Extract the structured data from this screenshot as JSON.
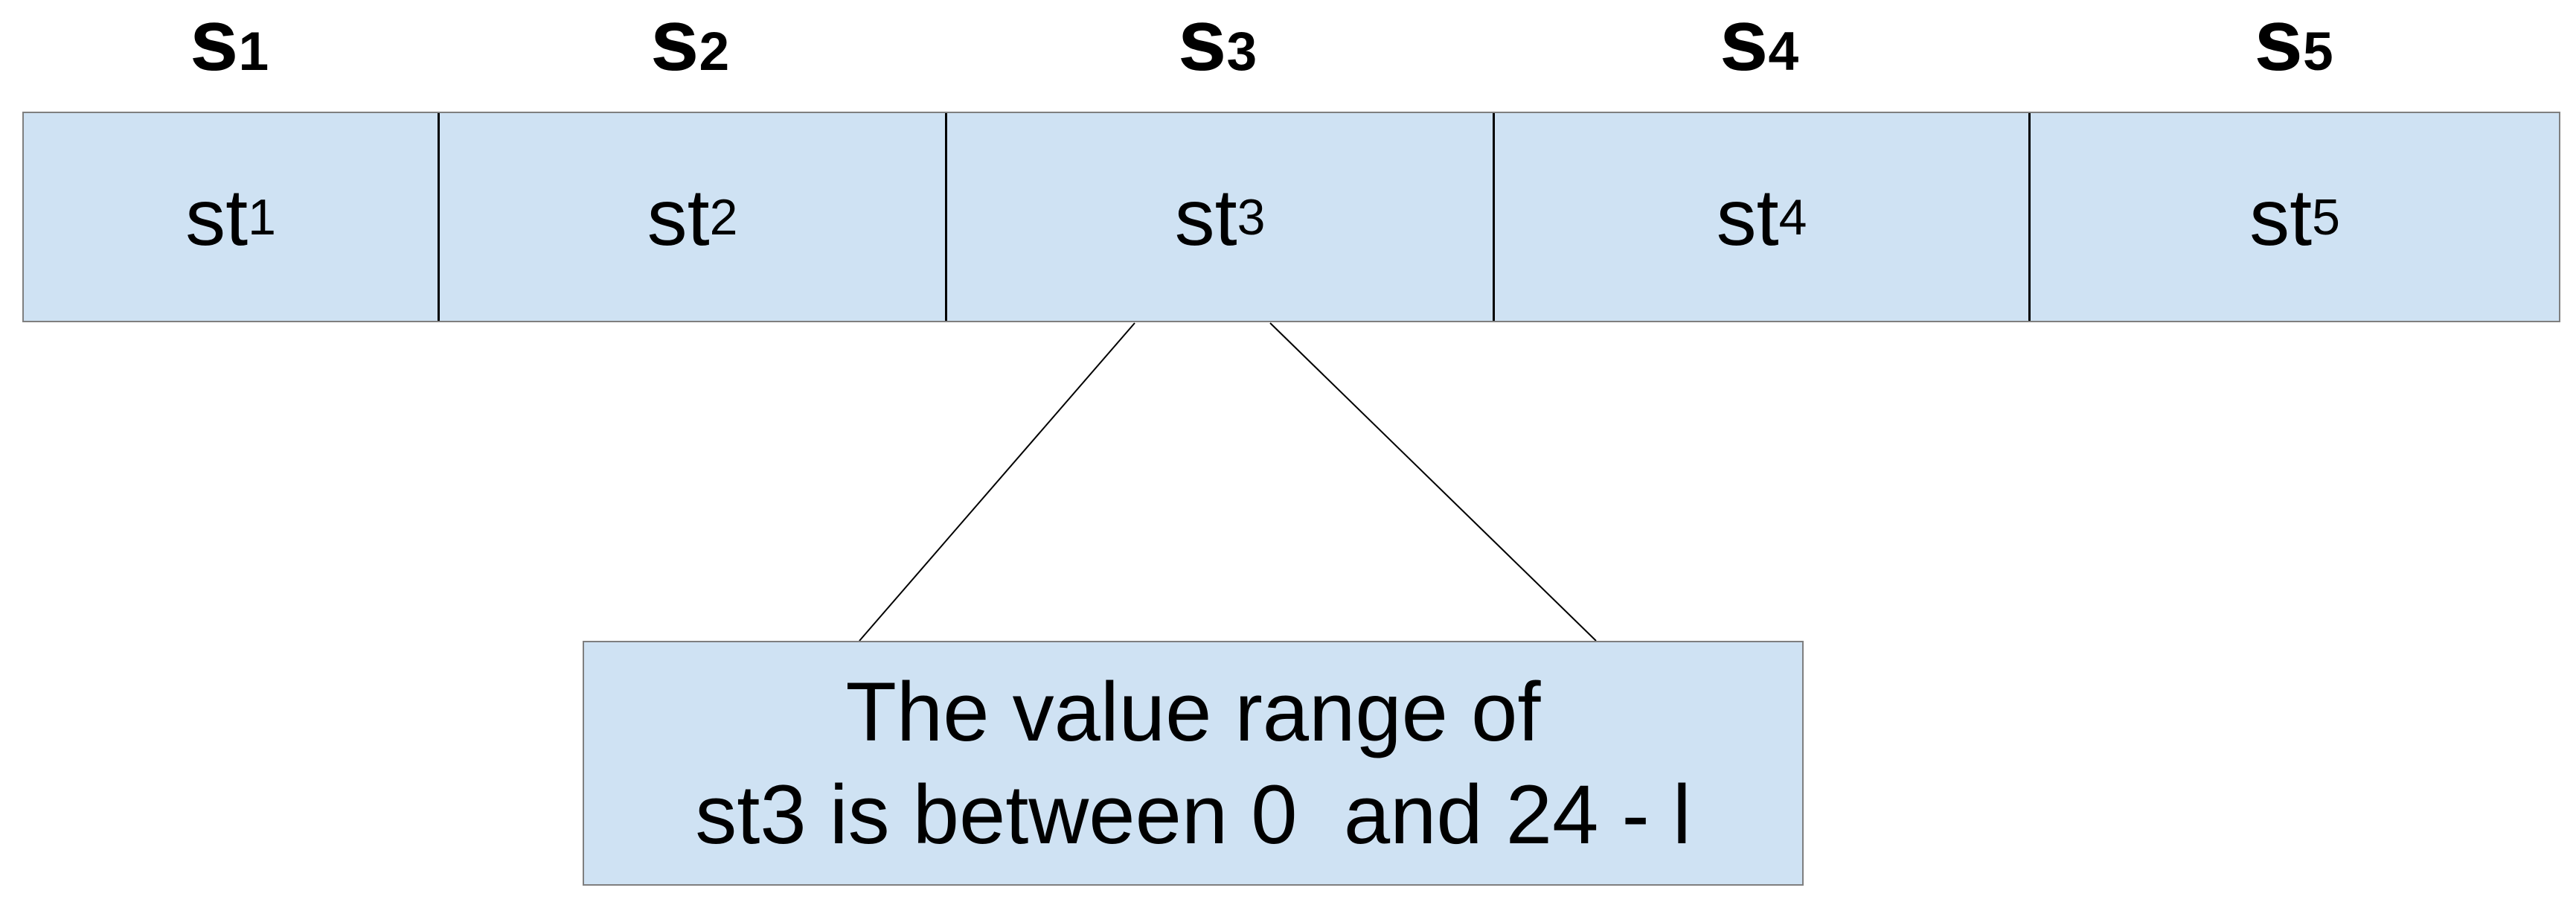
{
  "diagram": {
    "title": "segmented-array-with-callout",
    "colors": {
      "box_fill": "#cfe2f3",
      "box_border": "#7f7f7f",
      "divider": "#000000",
      "text": "#000000",
      "connector": "#000000",
      "background": "#ffffff"
    },
    "segments": [
      {
        "label_base": "s",
        "label_sub": "1",
        "cell_base": "st",
        "cell_sub": "1"
      },
      {
        "label_base": "s",
        "label_sub": "2",
        "cell_base": "st",
        "cell_sub": "2"
      },
      {
        "label_base": "s",
        "label_sub": "3",
        "cell_base": "st",
        "cell_sub": "3"
      },
      {
        "label_base": "s",
        "label_sub": "4",
        "cell_base": "st",
        "cell_sub": "4"
      },
      {
        "label_base": "s",
        "label_sub": "5",
        "cell_base": "st",
        "cell_sub": "5"
      }
    ],
    "callout": {
      "line1": "The value range of",
      "line2": "st3 is between 0  and 24 - l"
    }
  }
}
